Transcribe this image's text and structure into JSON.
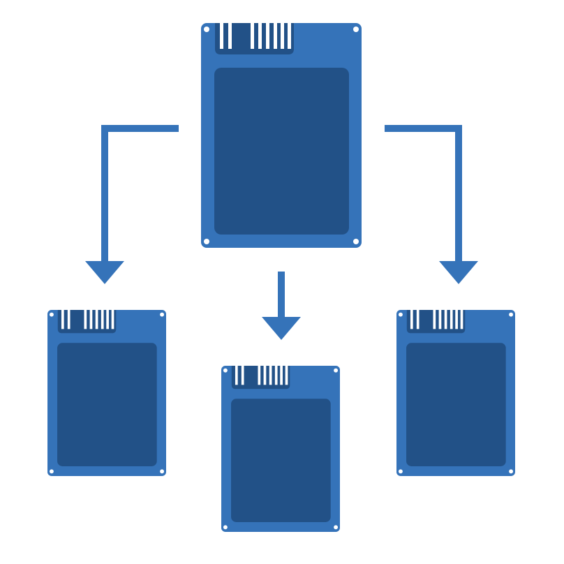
{
  "colors": {
    "background": "#ffffff",
    "drive_body": "#3573b9",
    "drive_panel": "#225187",
    "connector_pins": "#ffffff",
    "screw_holes": "#ffffff",
    "arrow": "#3573b9"
  },
  "diagram": {
    "description_icon": "ssd-drive-icon",
    "nodes": [
      {
        "id": "source-drive",
        "icon": "ssd-drive-icon"
      },
      {
        "id": "target-drive-left",
        "icon": "ssd-drive-icon"
      },
      {
        "id": "target-drive-center",
        "icon": "ssd-drive-icon"
      },
      {
        "id": "target-drive-right",
        "icon": "ssd-drive-icon"
      }
    ],
    "edges": [
      {
        "from": "source-drive",
        "to": "target-drive-left",
        "icon": "elbow-arrow-down-icon"
      },
      {
        "from": "source-drive",
        "to": "target-drive-center",
        "icon": "arrow-down-icon"
      },
      {
        "from": "source-drive",
        "to": "target-drive-right",
        "icon": "elbow-arrow-down-icon"
      }
    ]
  }
}
